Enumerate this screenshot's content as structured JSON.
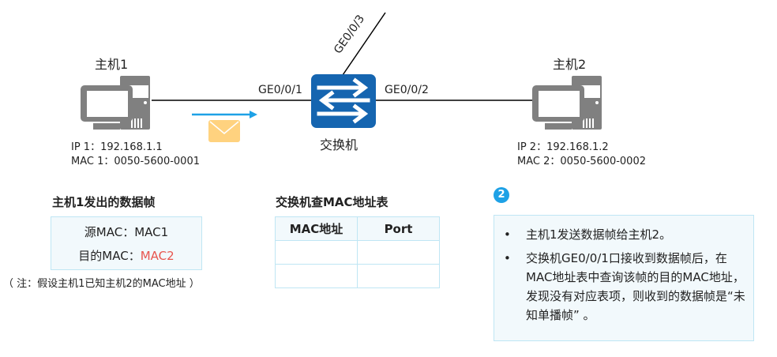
{
  "host1": {
    "title": "主机1",
    "ip": "IP 1：192.168.1.1",
    "mac": "MAC 1：0050-5600-0001"
  },
  "host2": {
    "title": "主机2",
    "ip": "IP 2：192.168.1.2",
    "mac": "MAC 2：0050-5600-0002"
  },
  "switch": {
    "title": "交换机",
    "port1": "GE0/0/1",
    "port2": "GE0/0/2",
    "port3": "GE0/0/3"
  },
  "frame": {
    "title": "主机1发出的数据帧",
    "src_label": "源MAC：",
    "src_value": "MAC1",
    "dst_label": "目的MAC：",
    "dst_value": "MAC2",
    "note": "（ 注：假设主机1已知主机2的MAC地址 ）"
  },
  "mac_table": {
    "title": "交换机查MAC地址表",
    "headers": [
      "MAC地址",
      "Port"
    ],
    "rows": [
      [
        "",
        ""
      ],
      [
        "",
        ""
      ]
    ]
  },
  "step": {
    "number": "2",
    "bullets": [
      "主机1发送数据帧给主机2。",
      "交换机GE0/0/1口接收到数据帧后，在MAC地址表中查询该帧的目的MAC地址，发现没有对应表项，则收到的数据帧是“未知单播帧” 。"
    ],
    "bullet_symbol": "•"
  },
  "colors": {
    "switch": "#1565b0",
    "arrow": "#1ea1e6",
    "envelope": "#ffd27f",
    "highlight": "#e8554e",
    "box_border": "#bfe6f4",
    "box_fill": "#f2f9fc",
    "host_gray": "#808080"
  }
}
